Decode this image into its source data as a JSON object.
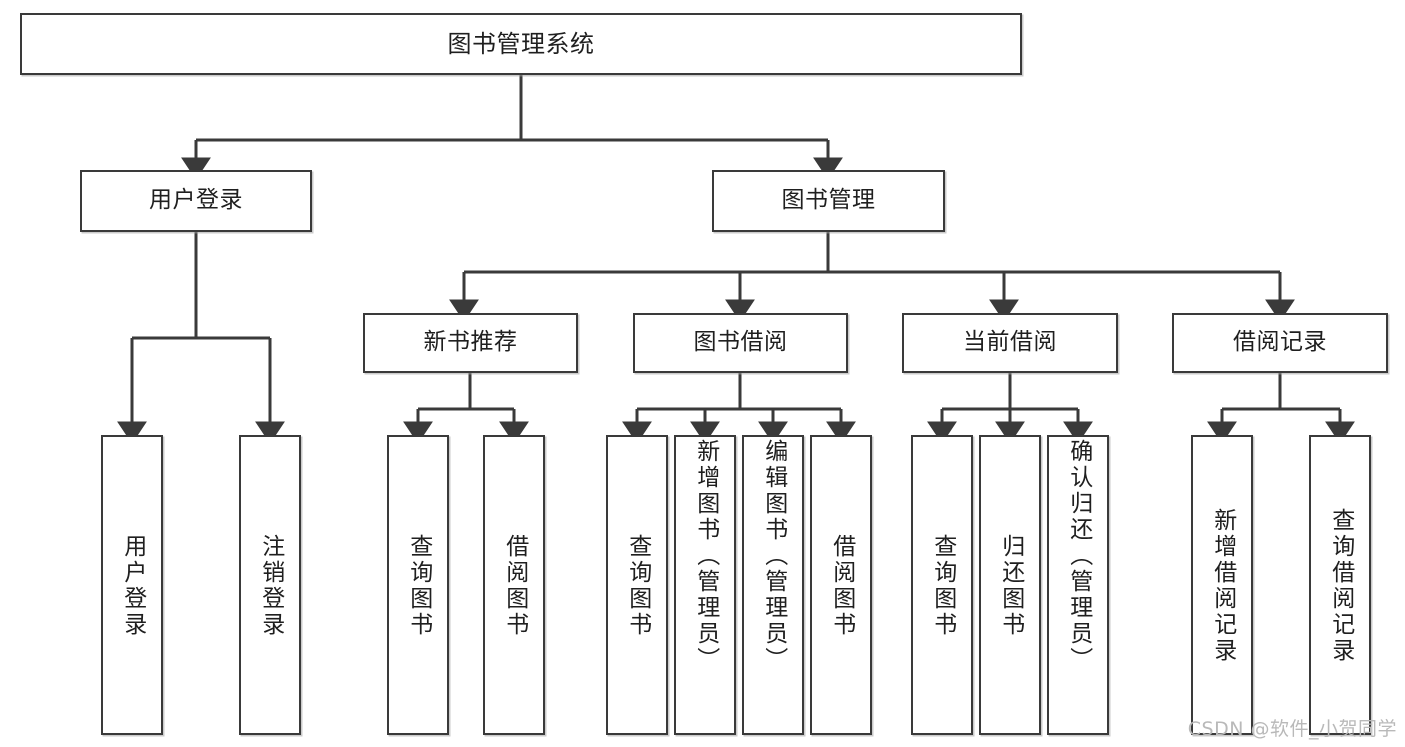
{
  "diagram": {
    "title": "图书管理系统",
    "type": "tree-hierarchy-diagram",
    "watermark": "CSDN @软件_小贺同学",
    "colors": {
      "box_border": "#3a3a3a",
      "box_fill": "#ffffff",
      "connector": "#3a3a3a",
      "text": "#1f1f1f",
      "watermark": "#b9b9b9"
    },
    "root": {
      "label": "图书管理系统"
    },
    "level2": [
      {
        "label": "用户登录"
      },
      {
        "label": "图书管理"
      }
    ],
    "level3": [
      {
        "label": "新书推荐"
      },
      {
        "label": "图书借阅"
      },
      {
        "label": "当前借阅"
      },
      {
        "label": "借阅记录"
      }
    ],
    "leaves": {
      "user_login": [
        {
          "label": "用户登录"
        },
        {
          "label": "注销登录"
        }
      ],
      "new_book_recommend": [
        {
          "label": "查询图书"
        },
        {
          "label": "借阅图书"
        }
      ],
      "book_borrow": [
        {
          "label": "查询图书"
        },
        {
          "label": "新增图书（管理员）"
        },
        {
          "label": "编辑图书（管理员）"
        },
        {
          "label": "借阅图书"
        }
      ],
      "current_borrow": [
        {
          "label": "查询图书"
        },
        {
          "label": "归还图书"
        },
        {
          "label": "确认归还（管理员）"
        }
      ],
      "borrow_record": [
        {
          "label": "新增借阅记录"
        },
        {
          "label": "查询借阅记录"
        }
      ]
    }
  }
}
